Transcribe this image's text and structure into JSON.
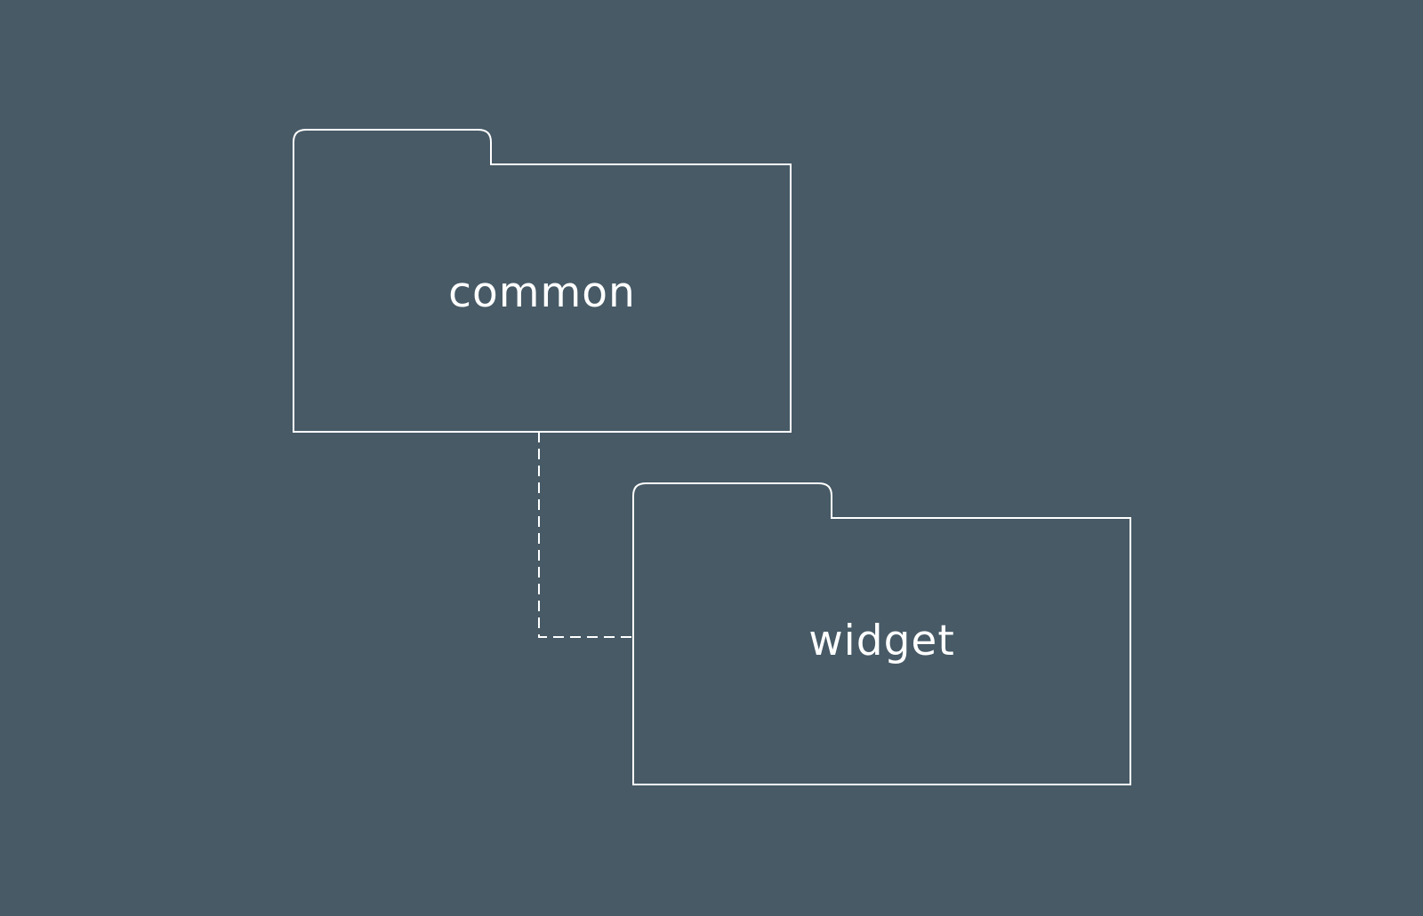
{
  "diagram": {
    "background": "#475a66",
    "stroke": "#ffffff",
    "packages": [
      {
        "id": "common",
        "label": "common"
      },
      {
        "id": "widget",
        "label": "widget"
      }
    ],
    "edges": [
      {
        "from": "common",
        "to": "widget",
        "style": "dashed"
      }
    ]
  }
}
